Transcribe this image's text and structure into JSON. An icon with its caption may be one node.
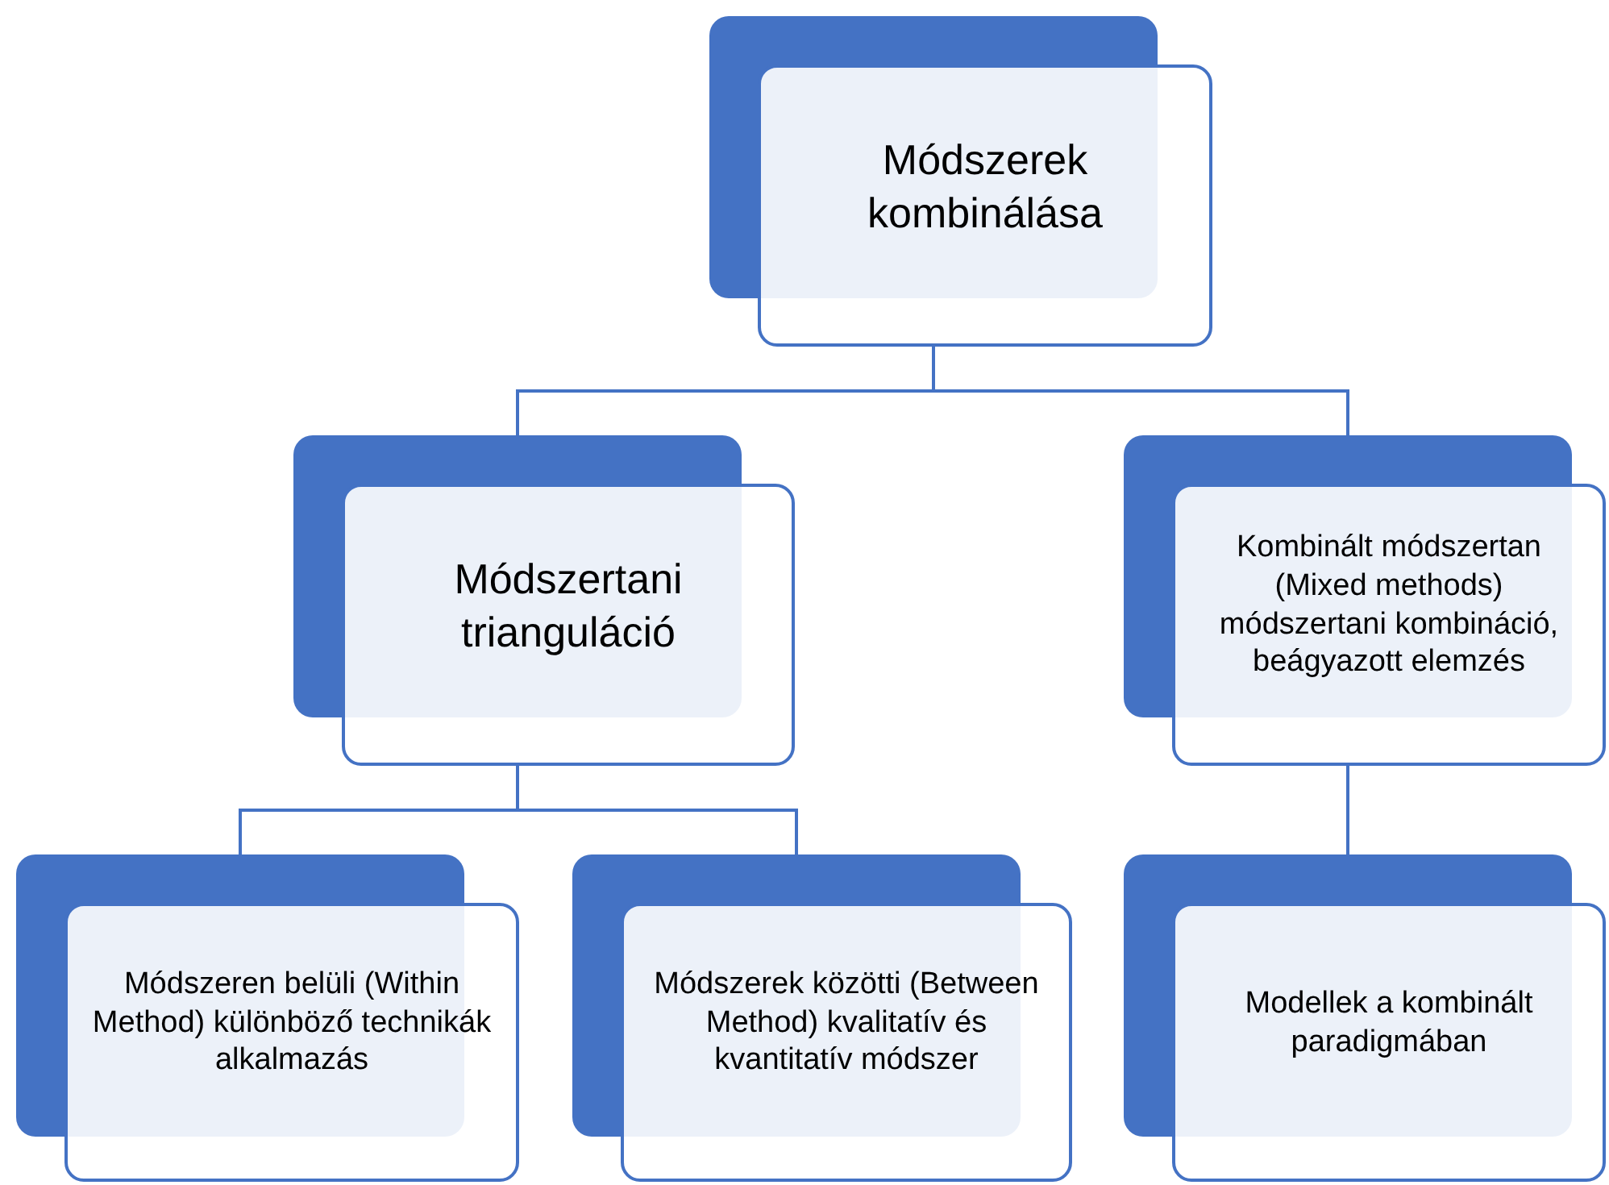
{
  "diagram": {
    "nodes": [
      {
        "text": [
          "Módszerek kombinálása"
        ]
      },
      {
        "text": [
          "Módszertani trianguláció"
        ]
      },
      {
        "text": [
          "Kombinált módszertan (Mixed methods) módszertani kombináció, beágyazott elemzés"
        ]
      },
      {
        "text": [
          "Módszeren belüli (Within Method) különböző technikák alkalmazás"
        ]
      },
      {
        "text": [
          "Módszerek közötti (Between Method) kvalitatív és kvantitatív módszer"
        ]
      },
      {
        "text": [
          "Modellek a kombinált paradigmában"
        ]
      }
    ],
    "edges": [
      {
        "from": 0,
        "to": 1,
        "arrow": "none"
      },
      {
        "from": 0,
        "to": 2,
        "arrow": "none"
      },
      {
        "from": 1,
        "to": 3,
        "arrow": "none"
      },
      {
        "from": 1,
        "to": 4,
        "arrow": "none"
      },
      {
        "from": 2,
        "to": 5,
        "arrow": "none"
      }
    ]
  }
}
